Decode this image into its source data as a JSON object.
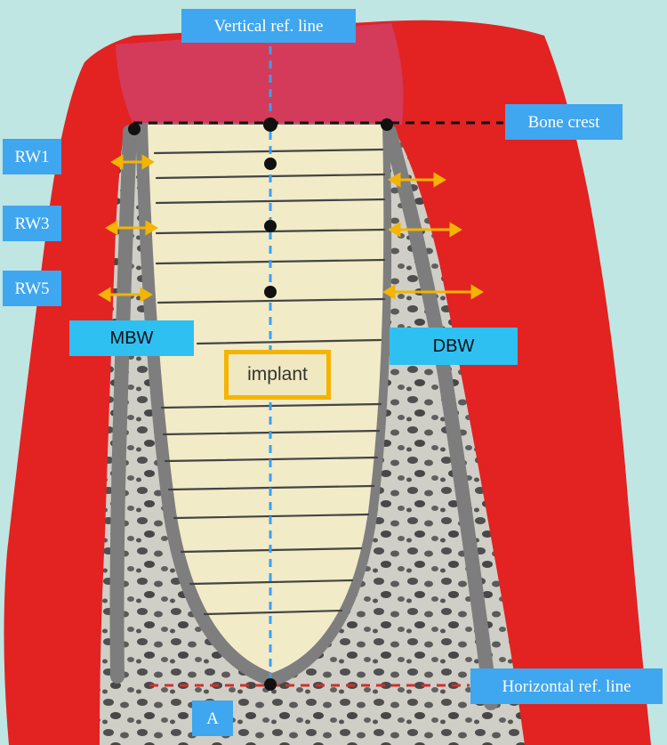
{
  "labels": {
    "vertical_ref": "Vertical ref. line",
    "bone_crest": "Bone crest",
    "rw1": "RW1",
    "rw3": "RW3",
    "rw5": "RW5",
    "mbw": "MBW",
    "dbw": "DBW",
    "implant": "implant",
    "horizontal_ref": "Horizontal ref. line",
    "a": "A"
  },
  "colors": {
    "background": "#bfe6e2",
    "gingiva": "#e32222",
    "crown_tissue": "#d43a5a",
    "bone": "#c9c9c0",
    "cortical_bone": "#7d7d7d",
    "implant": "#f2ebc8",
    "label_bg": "#3fa6f0",
    "arrow": "#f4b400",
    "vertical_line": "#3aa0f0",
    "horizontal_line": "#d0302a"
  }
}
